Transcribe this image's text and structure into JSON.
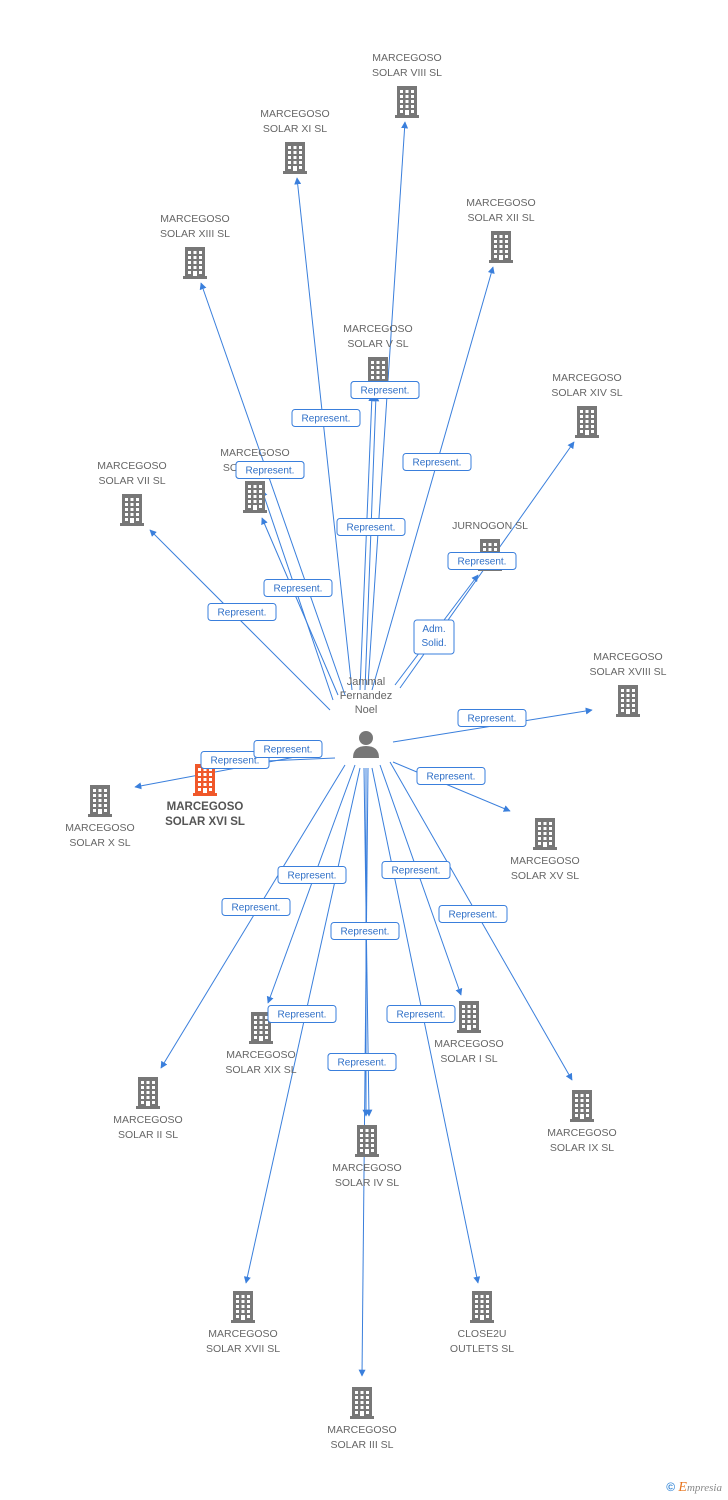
{
  "center": {
    "label_lines": [
      "Jammal",
      "Fernandez",
      "Noel"
    ],
    "icon": "person-icon"
  },
  "footer": {
    "copyright": "©",
    "brand_initial": "E",
    "brand_rest": "mpresia"
  },
  "colors": {
    "edge": "#3a7fdc",
    "building": "#777777",
    "highlight": "#f0582a",
    "person": "#777777"
  },
  "nodes": [
    {
      "id": "viii",
      "lines": [
        "MARCEGOSO",
        "SOLAR VIII SL"
      ]
    },
    {
      "id": "xi",
      "lines": [
        "MARCEGOSO",
        "SOLAR XI SL"
      ]
    },
    {
      "id": "xiii",
      "lines": [
        "MARCEGOSO",
        "SOLAR XIII SL"
      ]
    },
    {
      "id": "xii",
      "lines": [
        "MARCEGOSO",
        "SOLAR XII SL"
      ]
    },
    {
      "id": "v",
      "lines": [
        "MARCEGOSO",
        "SOLAR V SL"
      ]
    },
    {
      "id": "xiv",
      "lines": [
        "MARCEGOSO",
        "SOLAR XIV SL"
      ]
    },
    {
      "id": "vi",
      "lines": [
        "MARCEGOSO",
        "SOLAR VI SL"
      ]
    },
    {
      "id": "vii",
      "lines": [
        "MARCEGOSO",
        "SOLAR VII SL"
      ]
    },
    {
      "id": "jurnogon",
      "lines": [
        "JURNOGON SL"
      ]
    },
    {
      "id": "xviii",
      "lines": [
        "MARCEGOSO",
        "SOLAR XVIII SL"
      ]
    },
    {
      "id": "xvi",
      "lines": [
        "MARCEGOSO",
        "SOLAR XVI SL"
      ],
      "highlight": true
    },
    {
      "id": "x",
      "lines": [
        "MARCEGOSO",
        "SOLAR X SL"
      ]
    },
    {
      "id": "xv",
      "lines": [
        "MARCEGOSO",
        "SOLAR XV SL"
      ]
    },
    {
      "id": "xix",
      "lines": [
        "MARCEGOSO",
        "SOLAR XIX SL"
      ]
    },
    {
      "id": "i",
      "lines": [
        "MARCEGOSO",
        "SOLAR I SL"
      ]
    },
    {
      "id": "ii",
      "lines": [
        "MARCEGOSO",
        "SOLAR II SL"
      ]
    },
    {
      "id": "ix",
      "lines": [
        "MARCEGOSO",
        "SOLAR IX SL"
      ]
    },
    {
      "id": "iv",
      "lines": [
        "MARCEGOSO",
        "SOLAR IV SL"
      ]
    },
    {
      "id": "xvii",
      "lines": [
        "MARCEGOSO",
        "SOLAR XVII SL"
      ]
    },
    {
      "id": "close2u",
      "lines": [
        "CLOSE2U",
        "OUTLETS SL"
      ]
    },
    {
      "id": "iii",
      "lines": [
        "MARCEGOSO",
        "SOLAR III SL"
      ]
    }
  ],
  "edges": [
    {
      "to": "viii",
      "label": [
        "Represent."
      ]
    },
    {
      "to": "xi",
      "label": [
        "Represent."
      ]
    },
    {
      "to": "xiii",
      "label": [
        "Represent."
      ]
    },
    {
      "to": "xii",
      "label": [
        "Represent."
      ]
    },
    {
      "to": "v",
      "label": [
        "Represent."
      ]
    },
    {
      "to": "v",
      "label": [
        "Represent."
      ]
    },
    {
      "to": "vi",
      "label": [
        "Represent."
      ]
    },
    {
      "to": "vi",
      "label": [
        "Represent."
      ]
    },
    {
      "to": "vii",
      "label": [
        "Represent."
      ]
    },
    {
      "to": "jurnogon",
      "label": [
        "Represent."
      ]
    },
    {
      "to": "xiv",
      "label": [
        "Adm.",
        "Solid."
      ]
    },
    {
      "to": "xviii",
      "label": [
        "Represent."
      ]
    },
    {
      "to": "x",
      "label": [
        "Represent."
      ]
    },
    {
      "to": "xvi",
      "label": [
        "Represent."
      ]
    },
    {
      "to": "xv",
      "label": [
        "Represent."
      ]
    },
    {
      "to": "xix",
      "label": [
        "Represent."
      ]
    },
    {
      "to": "i",
      "label": [
        "Represent."
      ]
    },
    {
      "to": "ii",
      "label": [
        "Represent."
      ]
    },
    {
      "to": "ix",
      "label": [
        "Represent."
      ]
    },
    {
      "to": "iv",
      "label": [
        "Represent."
      ]
    },
    {
      "to": "xvii",
      "label": [
        "Represent."
      ]
    },
    {
      "to": "close2u",
      "label": [
        "Represent."
      ]
    },
    {
      "to": "iii",
      "label": [
        "Represent."
      ]
    },
    {
      "to": "iv",
      "label": [
        "Represent."
      ]
    }
  ]
}
